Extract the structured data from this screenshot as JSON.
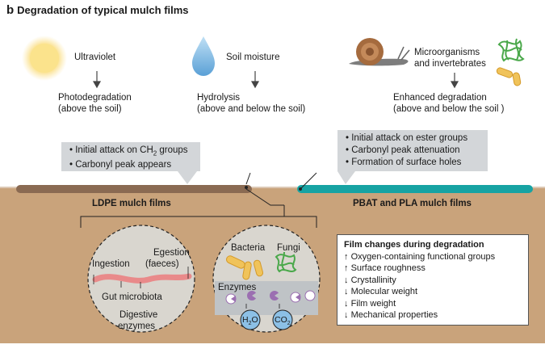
{
  "panel_letter": "b",
  "title": "Degradation of typical mulch films",
  "top_factors": [
    {
      "name": "Ultraviolet",
      "process": [
        "Photodegradation",
        "(above the soil)"
      ]
    },
    {
      "name": "Soil moisture",
      "process": [
        "Hydrolysis",
        "(above and below the soil)"
      ]
    },
    {
      "name": [
        "Microorganisms",
        "and invertebrates"
      ],
      "process": [
        "Enhanced degradation",
        "(above and below the soil )"
      ]
    }
  ],
  "ldpe_bubble": [
    "Initial attack on CH",
    "2",
    " groups",
    "Carbonyl peak appears"
  ],
  "pbat_bubble": [
    "Initial attack on ester groups",
    "Carbonyl peak attenuation",
    "Formation of surface holes"
  ],
  "ldpe_label": "LDPE mulch films",
  "pbat_label": "PBAT and PLA mulch films",
  "worm_circle": {
    "ingestion": "Ingestion",
    "egestion": [
      "Egestion",
      "(faeces)"
    ],
    "gut": "Gut microbiota",
    "digestive": [
      "Digestive",
      "enzymes"
    ]
  },
  "microbe_circle": {
    "bacteria": "Bacteria",
    "fungi": "Fungi",
    "enzymes": "Enzymes",
    "h2o": [
      "H",
      "2",
      "O"
    ],
    "co2": [
      "CO",
      "2"
    ]
  },
  "changes": {
    "heading": "Film changes during degradation",
    "items": [
      {
        "arrow": "↑",
        "text": "Oxygen-containing functional groups"
      },
      {
        "arrow": "↑",
        "text": "Surface roughness"
      },
      {
        "arrow": "↓",
        "text": "Crystallinity"
      },
      {
        "arrow": "↓",
        "text": "Molecular weight"
      },
      {
        "arrow": "↓",
        "text": "Film weight"
      },
      {
        "arrow": "↓",
        "text": "Mechanical properties"
      }
    ]
  },
  "colors": {
    "soil": "#c9a37b",
    "ldpe_film": "#8a6a52",
    "pbat_film": "#17a3a3",
    "bubble": "#d3d6d9",
    "worm": "#e98a8a",
    "bacteria": "#f0c35a",
    "fungi": "#4aa84a",
    "enzyme": "#9b6fb1",
    "drop": "#8cc0e6"
  }
}
